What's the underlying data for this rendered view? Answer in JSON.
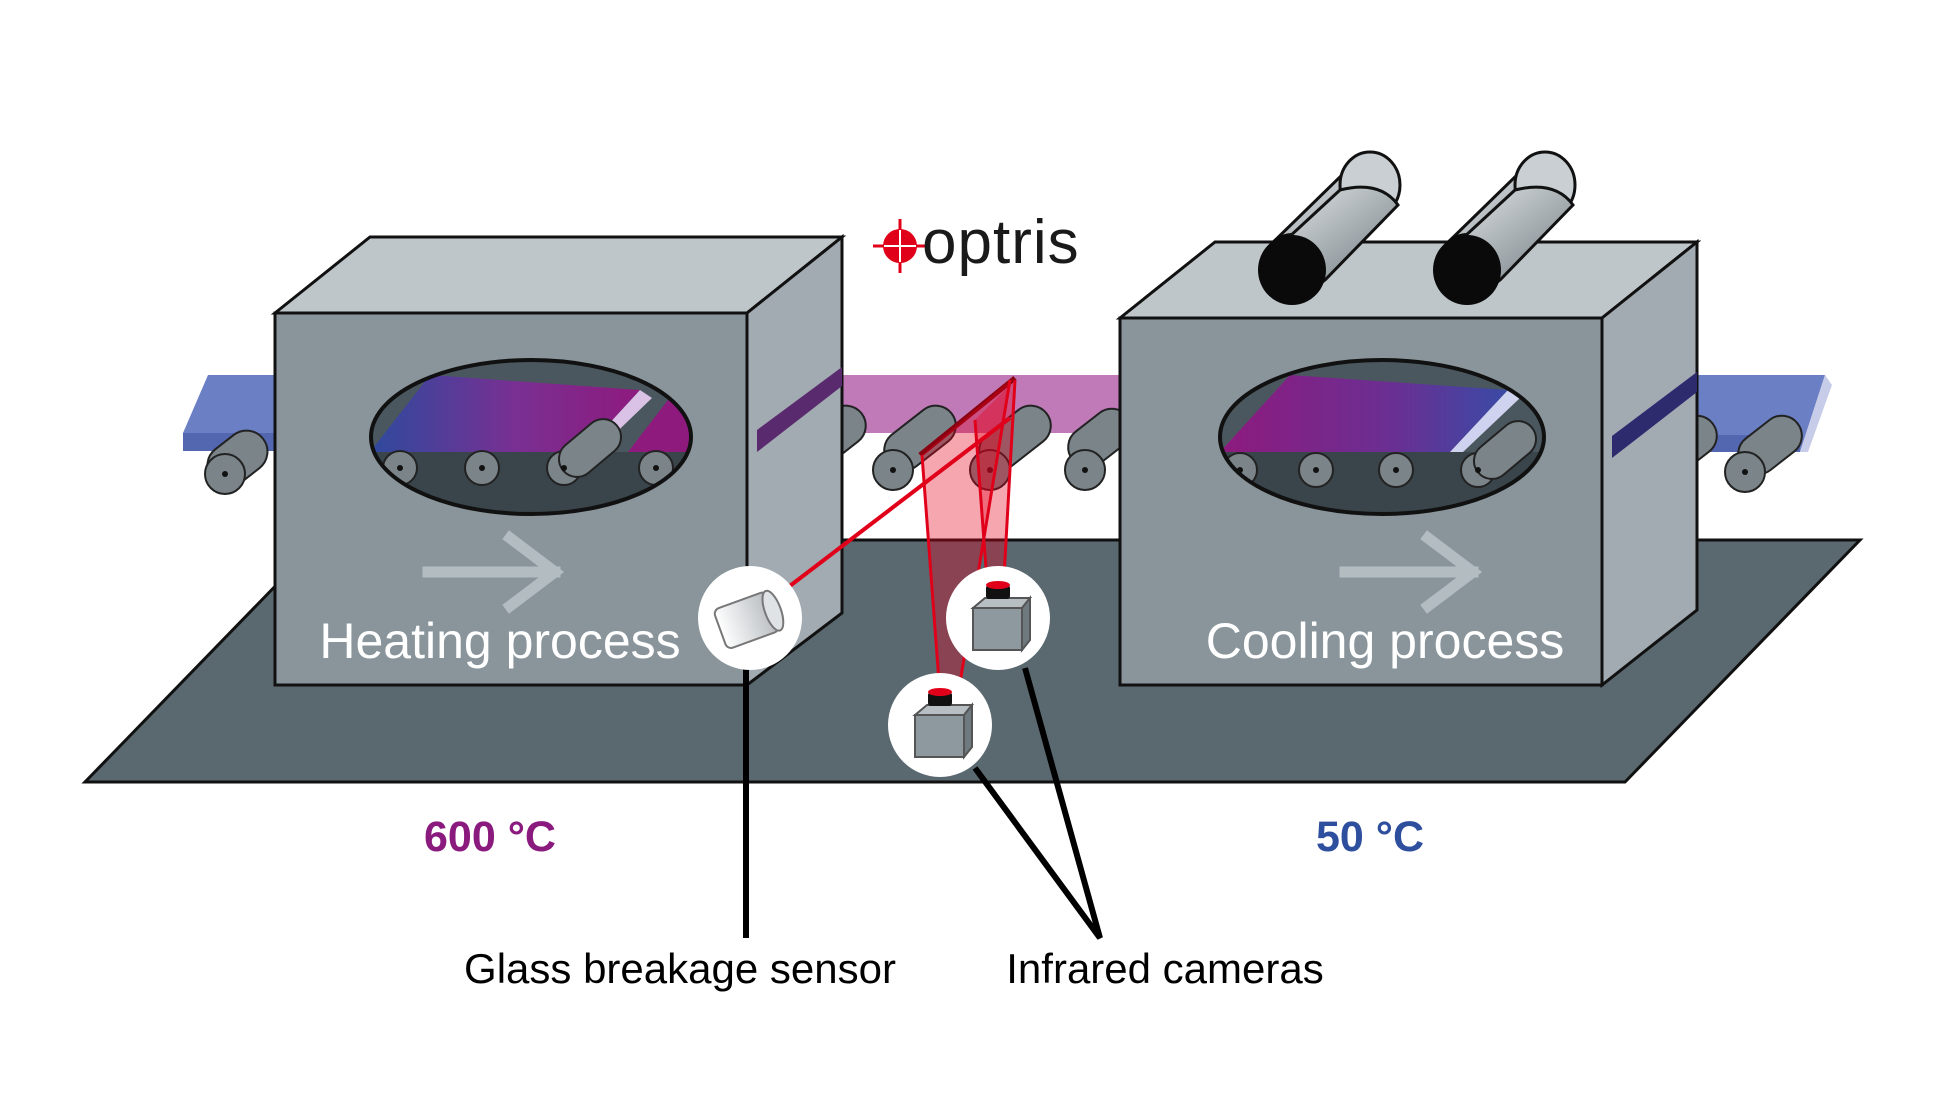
{
  "logo": {
    "text": "optris",
    "mark_color": "#e1001a"
  },
  "furnaces": [
    {
      "label": "Heating process",
      "temperature": "600 °C",
      "temperature_color": "#8a1a7e"
    },
    {
      "label": "Cooling process",
      "temperature": "50 °C",
      "temperature_color": "#2e4e9e"
    }
  ],
  "callouts": {
    "sensor": "Glass breakage sensor",
    "cameras": "Infrared cameras"
  },
  "icons": [
    "optris-crosshair-icon",
    "arrow-right-icon",
    "glass-breakage-sensor-icon",
    "infrared-camera-icon",
    "cooling-fan-icon"
  ],
  "colors": {
    "floor": "#5a6870",
    "housing_front": "#89959b",
    "housing_top": "#bfc6ca",
    "housing_side": "#a2abb1",
    "glass_cold": "#6a7fc4",
    "glass_hot": "#c07ab8",
    "laser": "#e1001a"
  }
}
